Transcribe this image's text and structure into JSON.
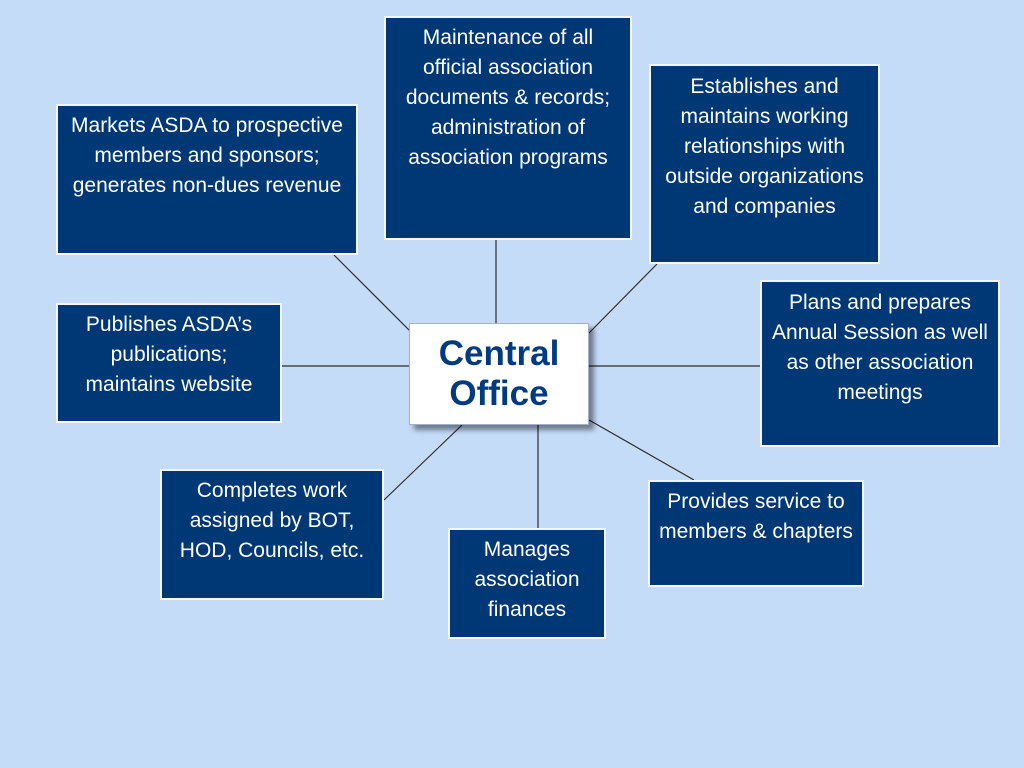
{
  "center": {
    "label": "Central Office"
  },
  "functions": [
    {
      "id": "maintenance",
      "text": "Maintenance of all official association documents & records; administration of association programs"
    },
    {
      "id": "establishes",
      "text": "Establishes and maintains working relationships with outside organizations and companies"
    },
    {
      "id": "markets",
      "text": "Markets ASDA to prospective members and sponsors; generates non-dues revenue"
    },
    {
      "id": "publishes",
      "text": "Publishes ASDA’s publications; maintains website"
    },
    {
      "id": "plans",
      "text": "Plans and prepares Annual Session as well as other association meetings"
    },
    {
      "id": "completes",
      "text": "Completes work assigned by BOT, HOD, Councils, etc."
    },
    {
      "id": "manages",
      "text": "Manages association finances"
    },
    {
      "id": "provides",
      "text": "Provides service to members & chapters"
    }
  ],
  "colors": {
    "background": "#c5dcf9",
    "box_fill": "#003775",
    "box_text": "#ffffff",
    "center_fill": "#ffffff",
    "center_text": "#003a80"
  }
}
